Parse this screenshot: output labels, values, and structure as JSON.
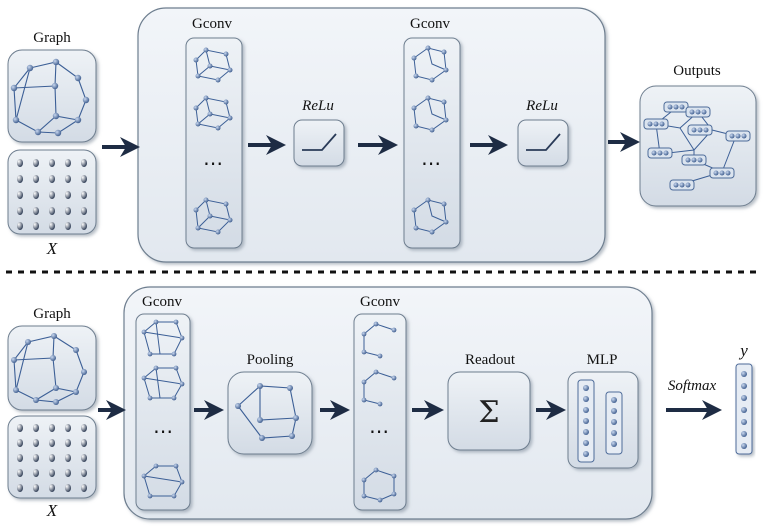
{
  "top": {
    "input_label": "Graph",
    "feature_label": "X",
    "gconv1_label": "Gconv",
    "gconv2_label": "Gconv",
    "relu1_label": "ReLu",
    "relu2_label": "ReLu",
    "ellipsis": "⋯",
    "output_label": "Outputs"
  },
  "bottom": {
    "input_label": "Graph",
    "feature_label": "X",
    "gconv1_label": "Gconv",
    "gconv2_label": "Gconv",
    "pooling_label": "Pooling",
    "readout_label": "Readout",
    "readout_symbol": "Σ",
    "mlp_label": "MLP",
    "softmax_label": "Softmax",
    "output_label": "y",
    "ellipsis": "⋯"
  },
  "colors": {
    "panel_fill": "#e9eef4",
    "panel_stroke": "#6e7e8f",
    "box_fill": "#dfe6ee",
    "node_fill": "#5b7cae",
    "arrow": "#1e2c44"
  }
}
